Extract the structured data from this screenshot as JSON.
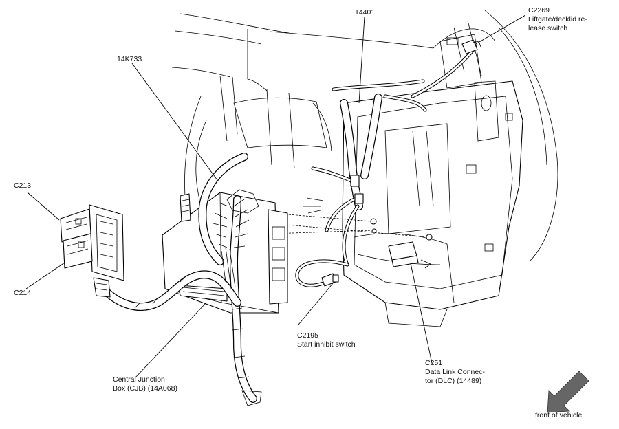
{
  "labels": {
    "p14401": "14401",
    "p14k733": "14K733",
    "c2269": "C2269\nLiftgate/decklid re-\nlease switch",
    "c213": "C213",
    "c214": "C214",
    "c2195": "C2195\nStart inhibit switch",
    "c251": "C251\nData Link Connec-\ntor (DLC) (14489)",
    "cjb": "Central Junction\nBox (CJB) (14A068)",
    "front": "front of vehicle"
  }
}
